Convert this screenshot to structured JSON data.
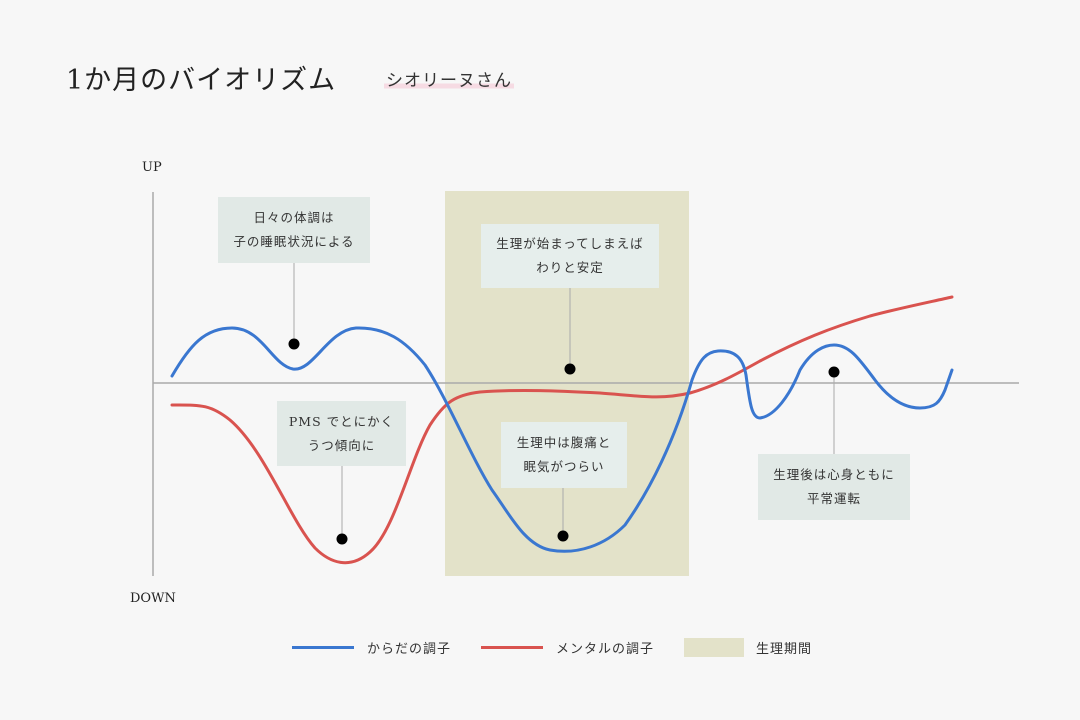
{
  "header": {
    "title": "1か月のバイオリズム",
    "subtitle": "シオリーヌさん"
  },
  "axes": {
    "y_top": "UP",
    "y_bottom": "DOWN"
  },
  "colors": {
    "body": "#3a77d0",
    "mental": "#d9534f",
    "period": "#e3e2c9",
    "note_bg": "#e1e9e6",
    "axis": "#aaaaaa",
    "background": "#f7f7f7"
  },
  "notes": [
    {
      "line1": "日々の体調は",
      "line2": "子の睡眠状況による"
    },
    {
      "line1": "生理が始まってしまえば",
      "line2": "わりと安定"
    },
    {
      "line1": "PMS でとにかく",
      "line2": "うつ傾向に"
    },
    {
      "line1": "生理中は腹痛と",
      "line2": "眠気がつらい"
    },
    {
      "line1": "生理後は心身ともに",
      "line2": "平常運転"
    }
  ],
  "legend": {
    "body": "からだの調子",
    "mental": "メンタルの調子",
    "period": "生理期間"
  },
  "chart_data": {
    "type": "line",
    "title": "1か月のバイオリズム",
    "subtitle": "シオリーヌさん",
    "xlabel": "",
    "ylabel": "",
    "y_tick_labels": {
      "top": "UP",
      "bottom": "DOWN"
    },
    "x_range": [
      0,
      100
    ],
    "ylim": [
      -100,
      100
    ],
    "shaded_region": {
      "label": "生理期間",
      "x_start": 34,
      "x_end": 62
    },
    "series": [
      {
        "name": "からだの調子",
        "color": "#3a77d0",
        "x": [
          0,
          7,
          14,
          21,
          29,
          34,
          40,
          46,
          52,
          58,
          62,
          66,
          69,
          71,
          76,
          81,
          86,
          91,
          95
        ],
        "values": [
          4,
          30,
          8,
          30,
          15,
          -25,
          -70,
          -88,
          -82,
          -40,
          10,
          17,
          -18,
          -10,
          20,
          17,
          -10,
          -12,
          8
        ]
      },
      {
        "name": "メンタルの調子",
        "color": "#d9534f",
        "x": [
          0,
          5,
          12,
          20,
          27,
          31,
          36,
          45,
          55,
          62,
          70,
          80,
          90,
          95
        ],
        "values": [
          -12,
          -15,
          -55,
          -95,
          -55,
          -20,
          -7,
          -5,
          -8,
          -6,
          8,
          28,
          40,
          45
        ]
      }
    ],
    "annotations": [
      {
        "text": "日々の体調は子の睡眠状況による",
        "x": 14,
        "series": "からだの調子"
      },
      {
        "text": "生理が始まってしまえばわりと安定",
        "x": 46,
        "series": "メンタルの調子"
      },
      {
        "text": "PMS でとにかくうつ傾向に",
        "x": 20,
        "series": "メンタルの調子"
      },
      {
        "text": "生理中は腹痛と眠気がつらい",
        "x": 46,
        "series": "からだの調子"
      },
      {
        "text": "生理後は心身ともに平常運転",
        "x": 81,
        "series": "からだの調子"
      }
    ],
    "legend_position": "bottom"
  }
}
